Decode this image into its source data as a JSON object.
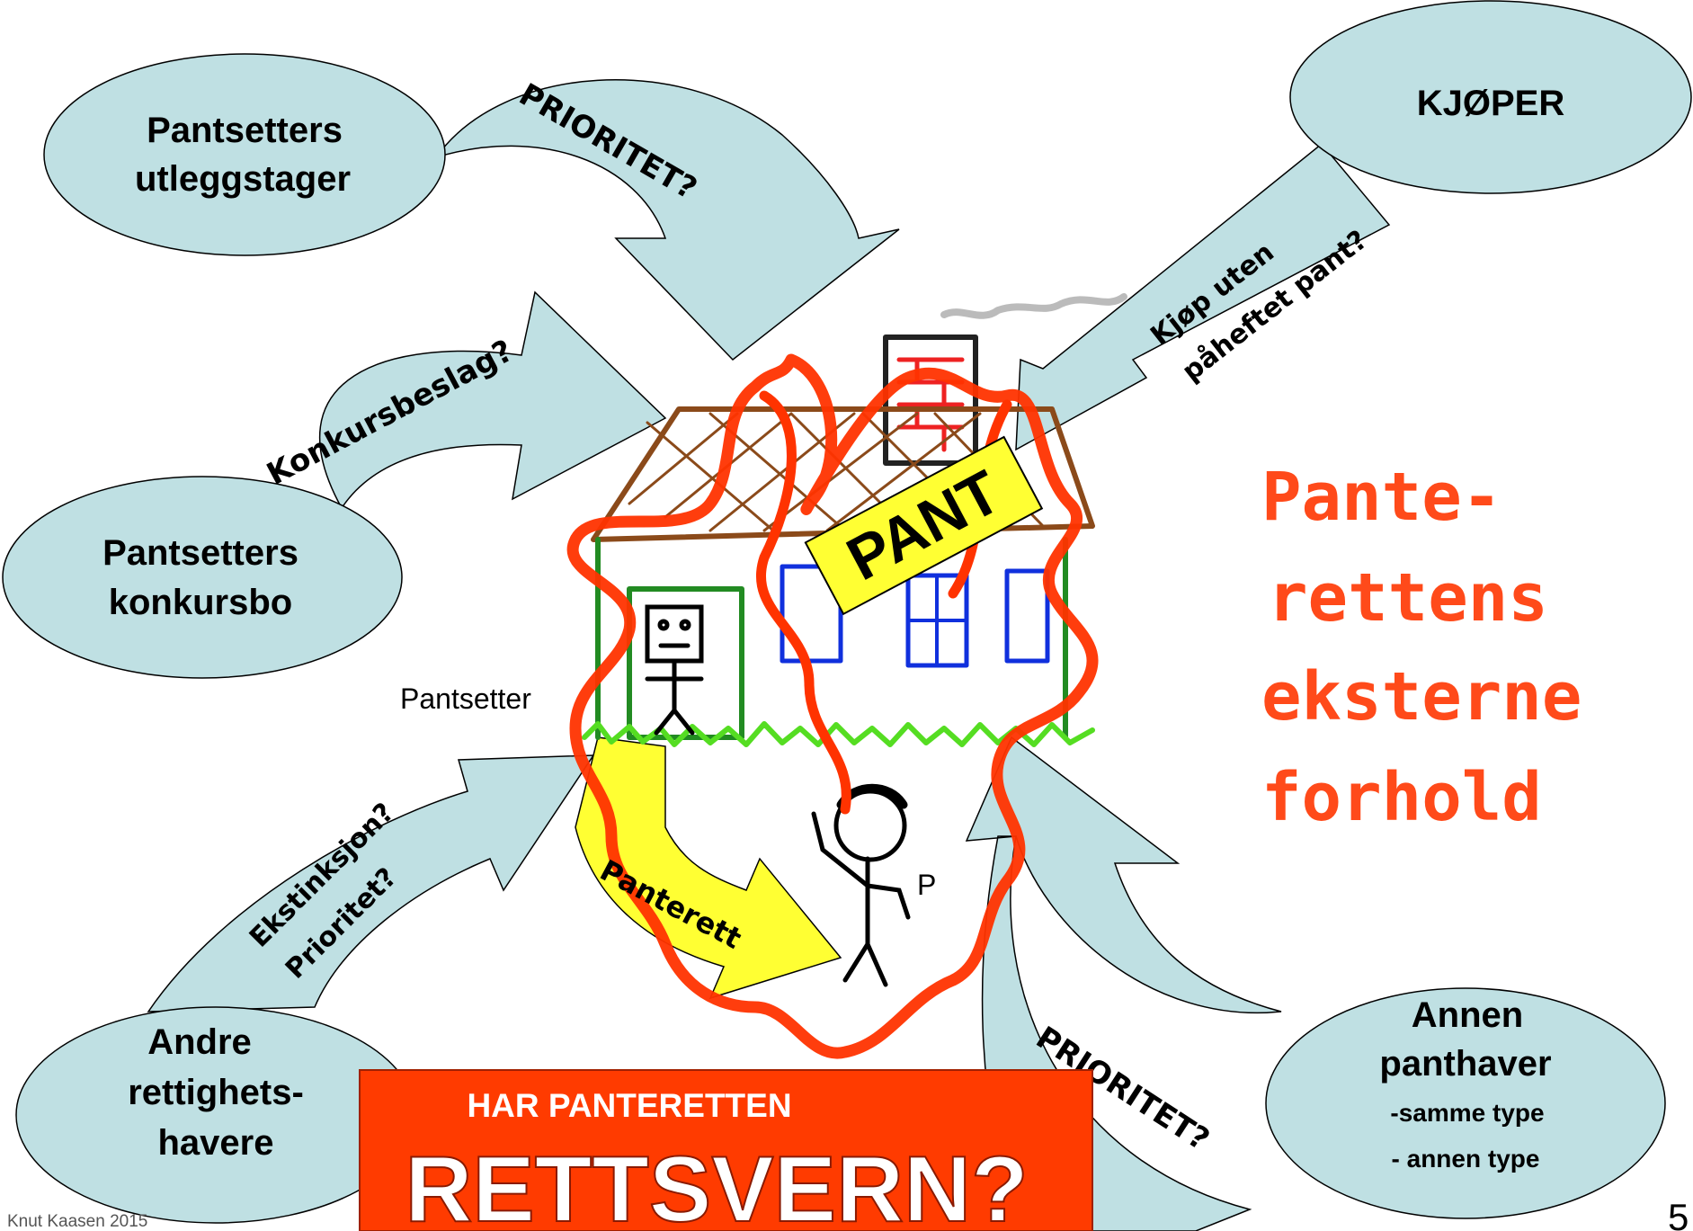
{
  "nodes": {
    "utleggstager": [
      "Pantsetters",
      "utleggstager"
    ],
    "konkursbo": [
      "Pantsetters",
      "konkursbo"
    ],
    "kjoper": "KJØPER",
    "andre": [
      "Andre",
      "rettighets-",
      "havere"
    ],
    "annen": [
      "Annen",
      "panthaver"
    ],
    "annen_sub": [
      "-samme type",
      "- annen type"
    ]
  },
  "arrows": {
    "prioritet_top": "PRIORITET?",
    "konkursbeslag": "Konkursbeslag?",
    "kjop": [
      "Kjøp uten",
      "påheftet pant?"
    ],
    "ekstinksjon": [
      "Ekstinksjon?",
      "Prioritet?"
    ],
    "prioritet_bottom": "PRIORITET?",
    "panterett": "Panterett"
  },
  "scene": {
    "pant_sign": "PANT",
    "pantsetter_label": "Pantsetter",
    "panthaver_label": "P"
  },
  "title": [
    "Pante-",
    "rettens",
    "eksterne",
    "forhold"
  ],
  "banner": {
    "line1": "HAR PANTERETTEN",
    "line2": "RETTSVERN?"
  },
  "footer": {
    "author": "Knut Kaasen 2015",
    "page": "5"
  },
  "colors": {
    "ellipse_fill": "#bfe0e3",
    "arrow_fill": "#bfe0e3",
    "title": "#ff4a1a",
    "banner": "#ff3b00",
    "pant_sign": "#ffff33",
    "scribble": "#ff3300"
  }
}
